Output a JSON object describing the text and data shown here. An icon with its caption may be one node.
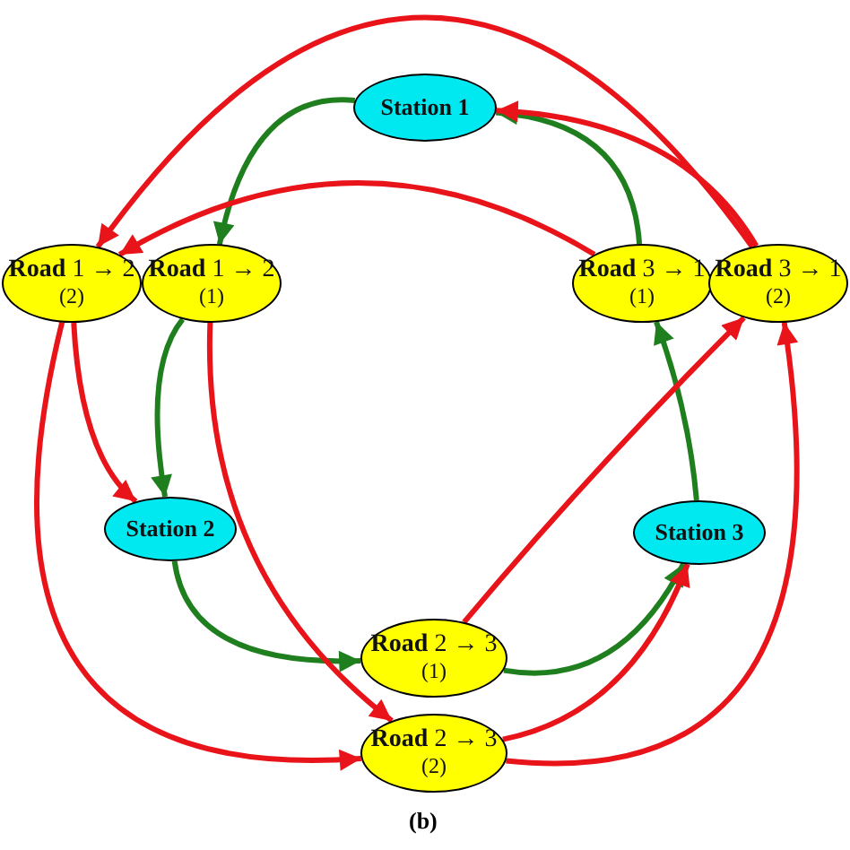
{
  "diagram": {
    "caption": "(b)",
    "nodes": [
      {
        "text": [
          "Station 1"
        ]
      },
      {
        "text": [
          "**Road** 1 → 2",
          "(2)"
        ]
      },
      {
        "text": [
          "**Road** 1 → 2",
          "(1)"
        ]
      },
      {
        "text": [
          "**Road** 3 → 1",
          "(1)"
        ]
      },
      {
        "text": [
          "**Road** 3 → 1",
          "(2)"
        ]
      },
      {
        "text": [
          "Station 2"
        ]
      },
      {
        "text": [
          "Station 3"
        ]
      },
      {
        "text": [
          "**Road** 2 → 3",
          "(1)"
        ]
      },
      {
        "text": [
          "**Road** 2 → 3",
          "(2)"
        ]
      }
    ],
    "edges": [
      {
        "from": 0,
        "to": 2,
        "arrow": "to",
        "color": "#1f7f1f"
      },
      {
        "from": 2,
        "to": 5,
        "arrow": "to",
        "color": "#1f7f1f"
      },
      {
        "from": 5,
        "to": 7,
        "arrow": "to",
        "color": "#1f7f1f"
      },
      {
        "from": 7,
        "to": 6,
        "arrow": "to",
        "color": "#1f7f1f"
      },
      {
        "from": 6,
        "to": 3,
        "arrow": "to",
        "color": "#1f7f1f"
      },
      {
        "from": 3,
        "to": 0,
        "arrow": "to",
        "color": "#1f7f1f"
      },
      {
        "from": 4,
        "to": 1,
        "arrow": "to"
      },
      {
        "from": 3,
        "to": 1,
        "arrow": "to"
      },
      {
        "from": 4,
        "to": 0,
        "arrow": "to"
      },
      {
        "from": 1,
        "to": 5,
        "arrow": "to"
      },
      {
        "from": 1,
        "to": 8,
        "arrow": "to"
      },
      {
        "from": 2,
        "to": 8,
        "arrow": "to"
      },
      {
        "from": 8,
        "to": 6,
        "arrow": "to"
      },
      {
        "from": 8,
        "to": 4,
        "arrow": "to"
      },
      {
        "from": 7,
        "to": 4,
        "arrow": "to"
      }
    ]
  }
}
